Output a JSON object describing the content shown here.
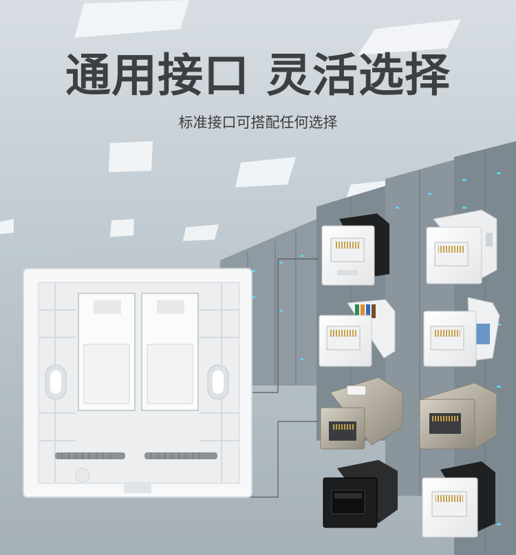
{
  "headline": {
    "title": "通用接口 灵活选择",
    "subtitle": "标准接口可搭配任何选择"
  },
  "colors": {
    "background": "#c9d2d8",
    "text": "#3e3f42",
    "rack": "#8b969e",
    "rack_led": "#5ec8ef",
    "plate": "#f4f5f6",
    "module_shield": "#b8b2a6",
    "module_black": "#1d1e20"
  },
  "modules": [
    {
      "kind": "white-black-keystone"
    },
    {
      "kind": "white-keystone"
    },
    {
      "kind": "white-toolless-keystone"
    },
    {
      "kind": "white-keystone-side"
    },
    {
      "kind": "shielded-toolless-keystone"
    },
    {
      "kind": "shielded-keystone"
    },
    {
      "kind": "black-coupler"
    },
    {
      "kind": "white-black-keystone"
    }
  ]
}
